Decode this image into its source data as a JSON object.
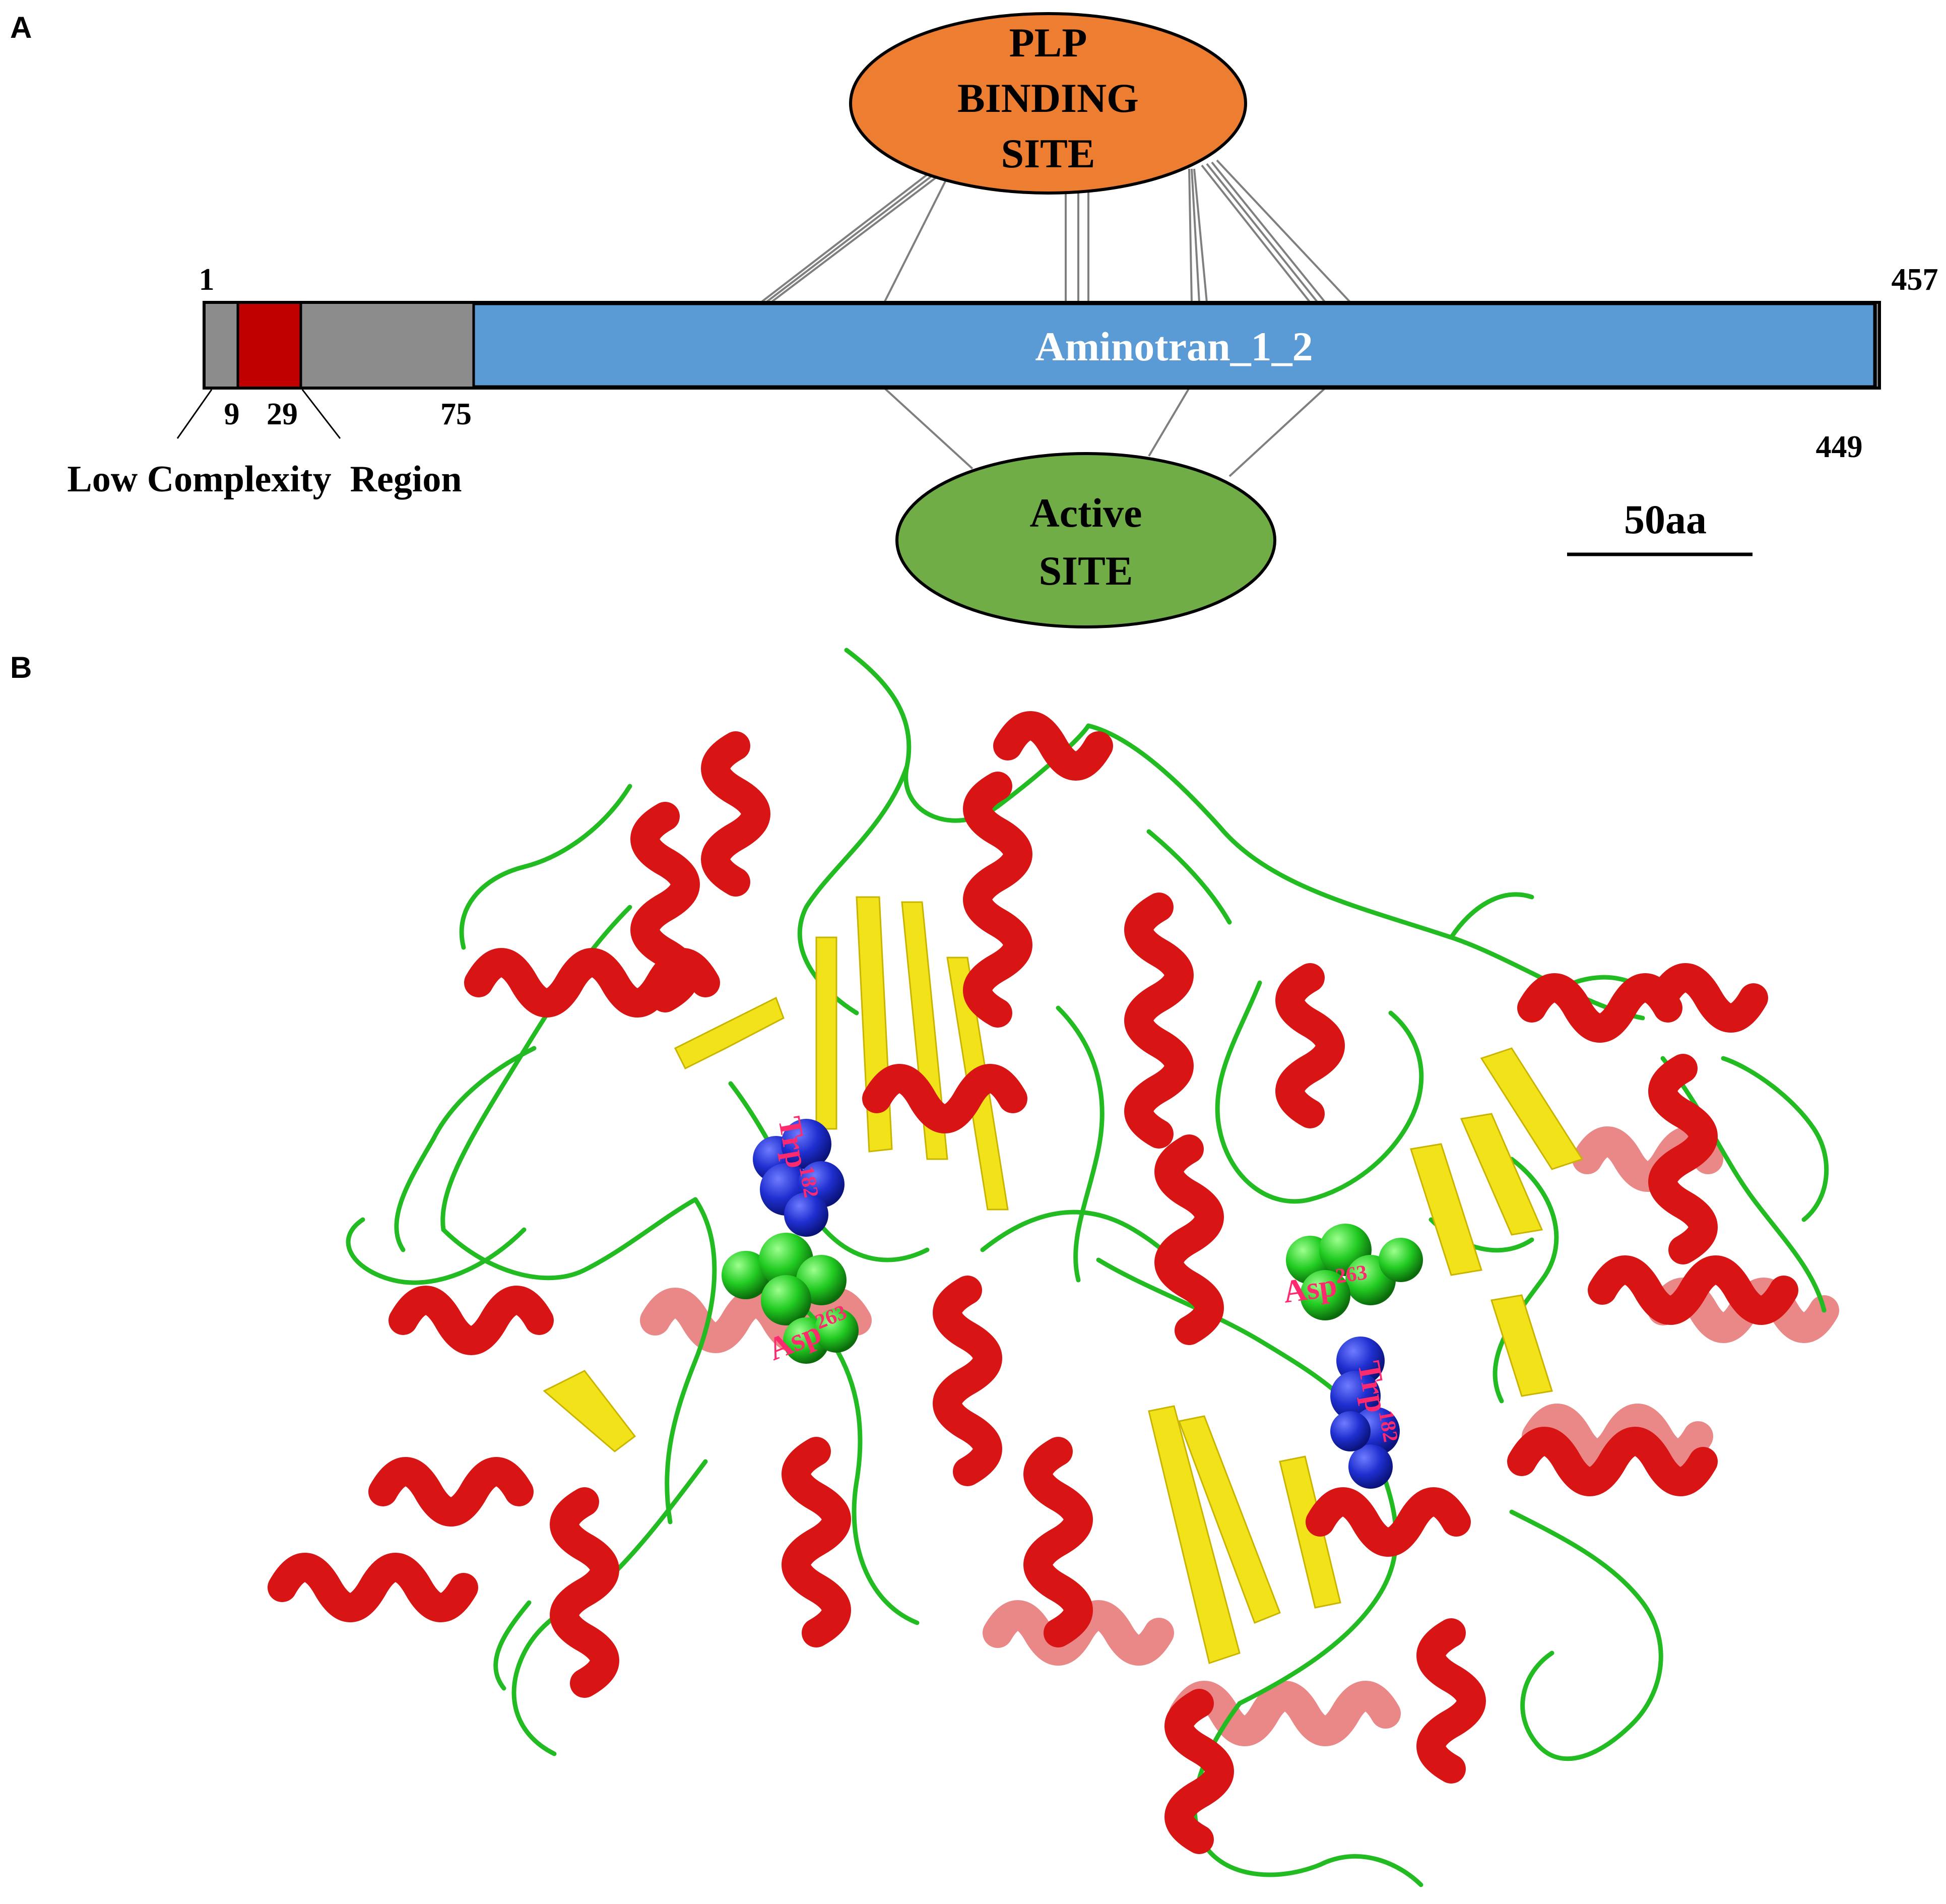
{
  "panels": {
    "a_label": "A",
    "b_label": "B"
  },
  "domain_map": {
    "start_label": "1",
    "end_label": "457",
    "domain_name": "Aminotran_1_2",
    "ticks": [
      "9",
      "29",
      "75",
      "449"
    ],
    "low_complexity_label": "Low Complexity  Region",
    "scale_label": "50aa",
    "plp_site": [
      "PLP",
      "BINDING",
      "SITE"
    ],
    "active_site": [
      "Active",
      "SITE"
    ],
    "colors": {
      "backbone_gray": "#8c8c8c",
      "low_complexity": "#c00000",
      "domain_blue": "#5b9bd5",
      "domain_text": "#ffffff",
      "plp_orange": "#ed7d31",
      "active_green": "#70ad47"
    }
  },
  "structure": {
    "labels": [
      {
        "name": "Trp",
        "sup": "182"
      },
      {
        "name": "Asp",
        "sup": "263"
      },
      {
        "name": "Asp",
        "sup": "263"
      },
      {
        "name": "Trp",
        "sup": "182"
      }
    ],
    "colors": {
      "helix": "#d81414",
      "strand": "#f2e21a",
      "coil": "#22bb22",
      "trp_sphere": "#1f2fd0",
      "asp_sphere": "#22cc22",
      "label": "#ff2a6d"
    }
  }
}
